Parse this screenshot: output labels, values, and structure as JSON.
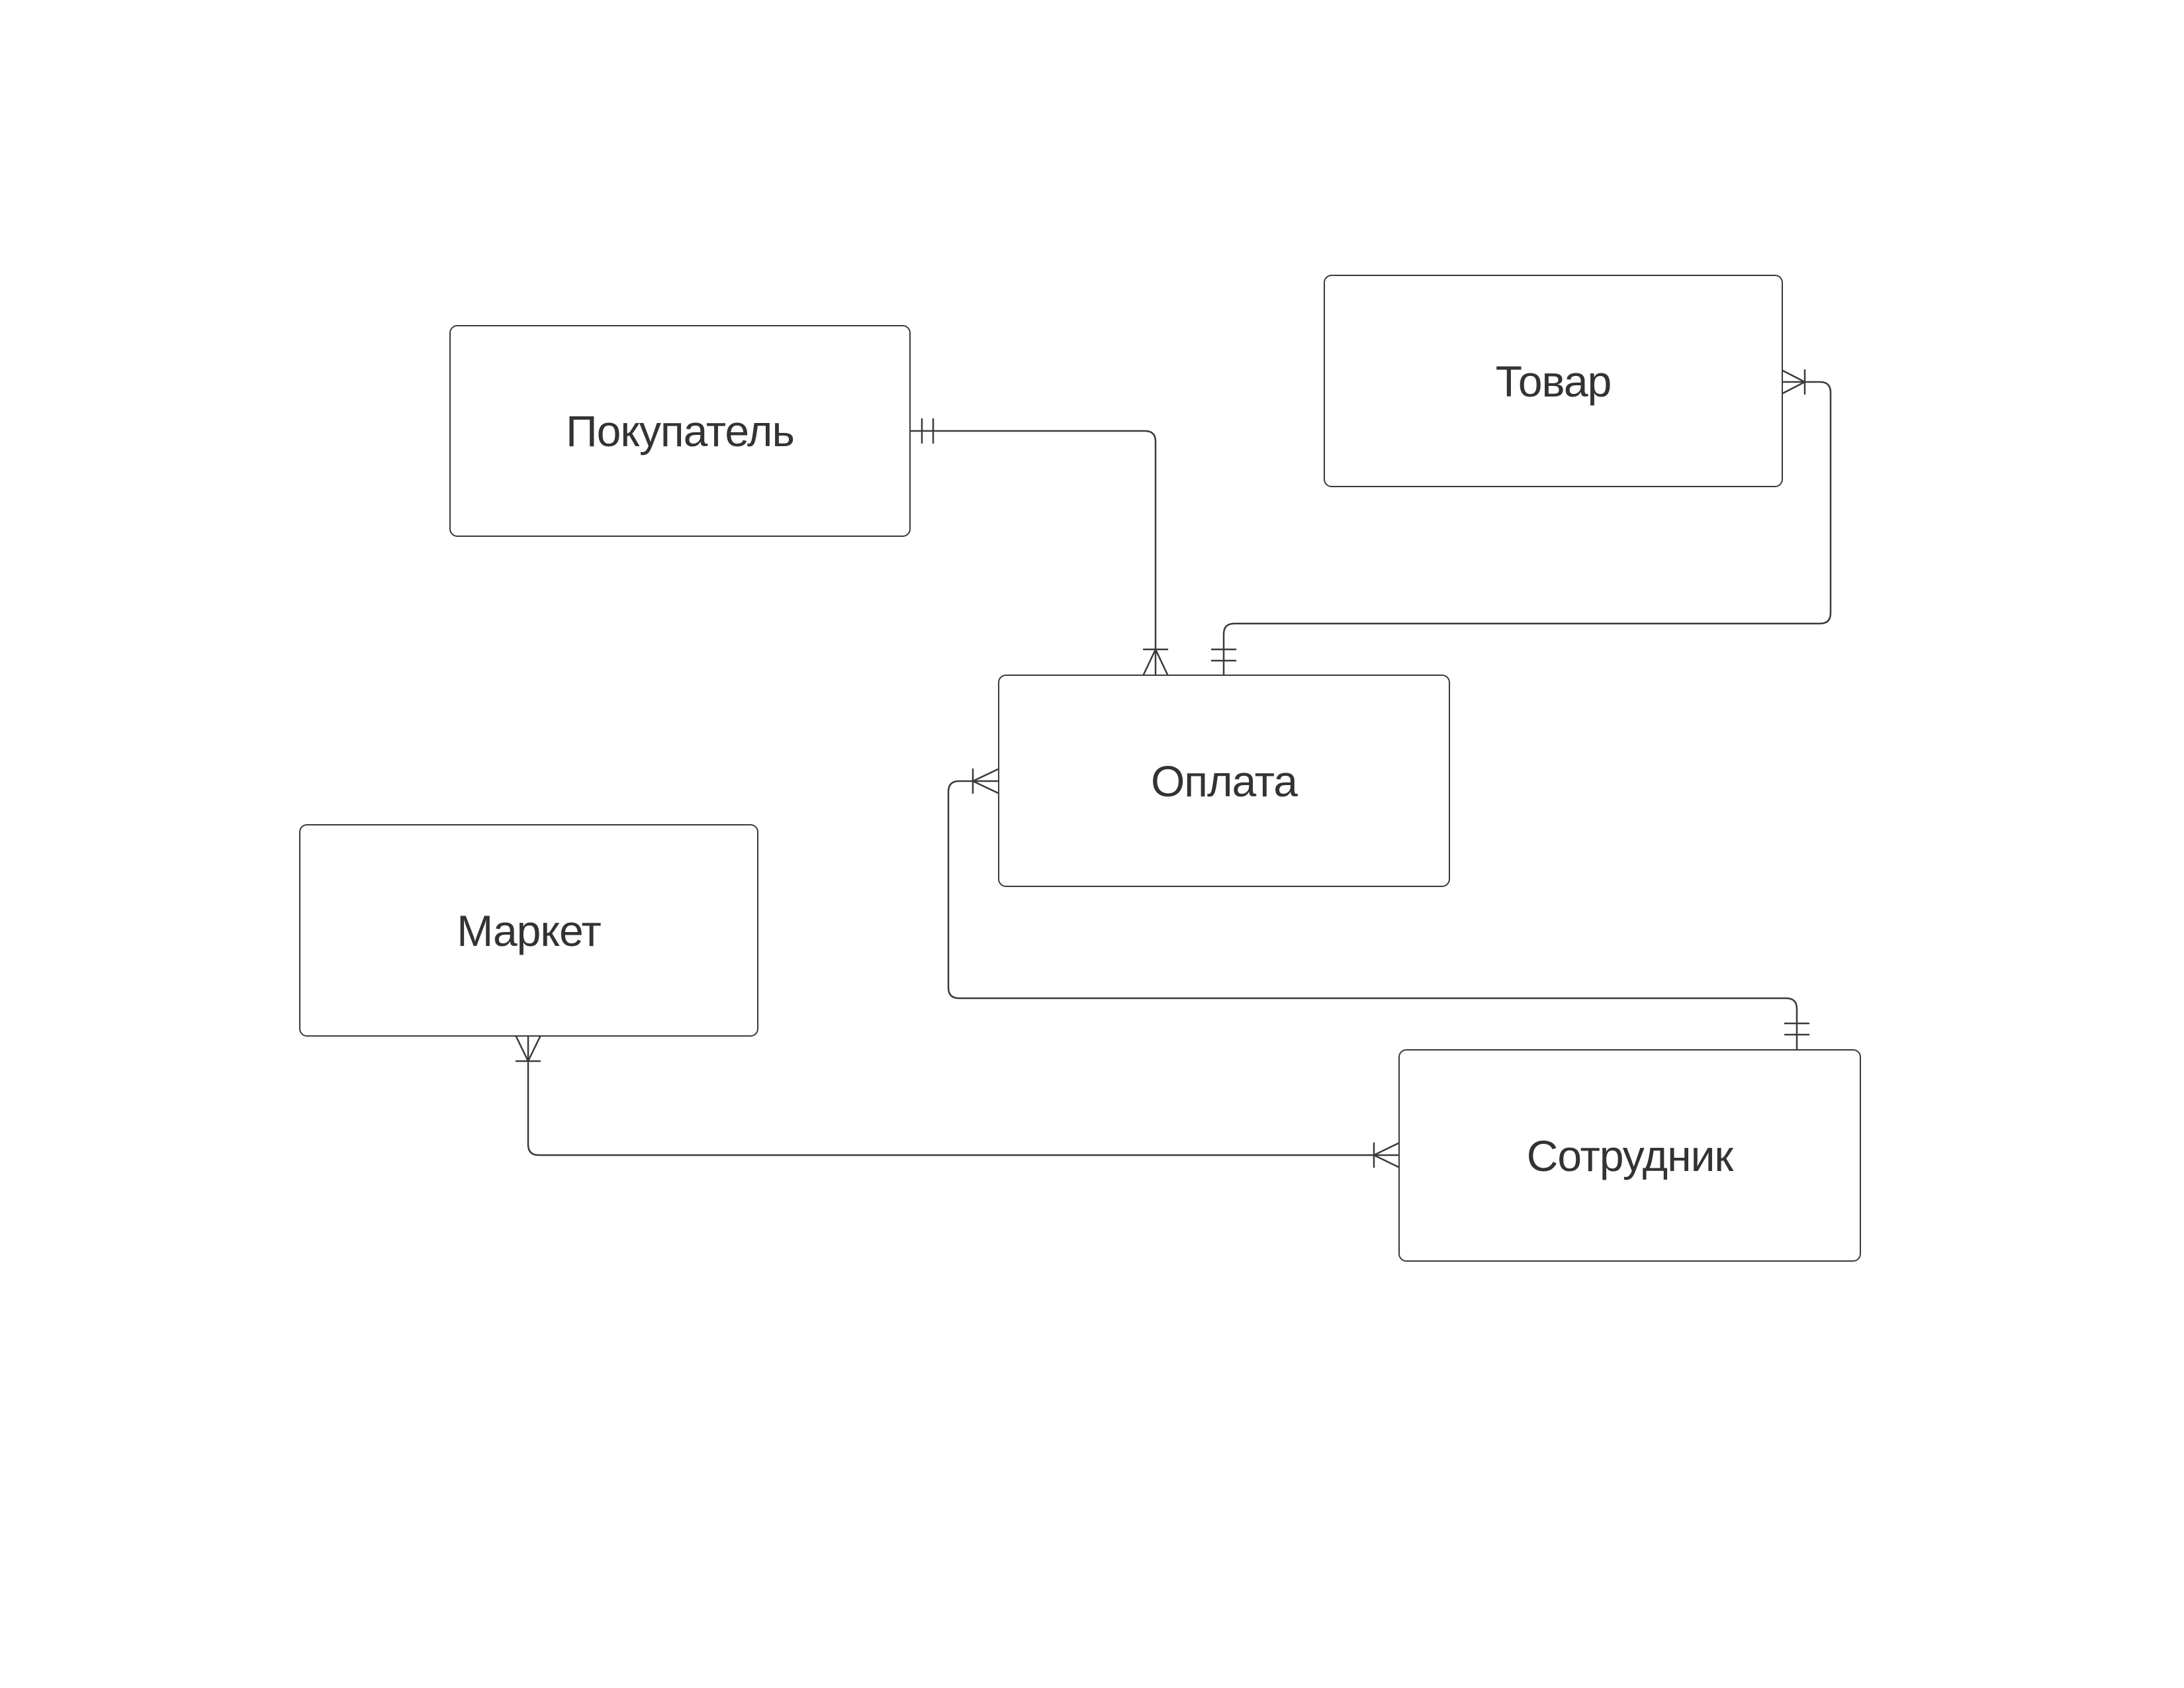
{
  "diagram": {
    "type": "er-diagram",
    "line_color": "#3a3a3a",
    "text_color": "#333333",
    "background": "#ffffff",
    "entities": {
      "pokupatel": "Покупатель",
      "tovar": "Товар",
      "oplata": "Оплата",
      "market": "Маркет",
      "sotrudnik": "Сотрудник"
    },
    "relationships": [
      {
        "from": "Покупатель",
        "to": "Оплата",
        "from_end": "one-and-only-one",
        "to_end": "one-or-many"
      },
      {
        "from": "Товар",
        "to": "Оплата",
        "from_end": "one-or-many",
        "to_end": "one-and-only-one"
      },
      {
        "from": "Сотрудник",
        "to": "Оплата",
        "from_end": "one-and-only-one",
        "to_end": "one-or-many"
      },
      {
        "from": "Сотрудник",
        "to": "Маркет",
        "from_end": "one-or-many",
        "to_end": "one-or-many"
      }
    ]
  }
}
